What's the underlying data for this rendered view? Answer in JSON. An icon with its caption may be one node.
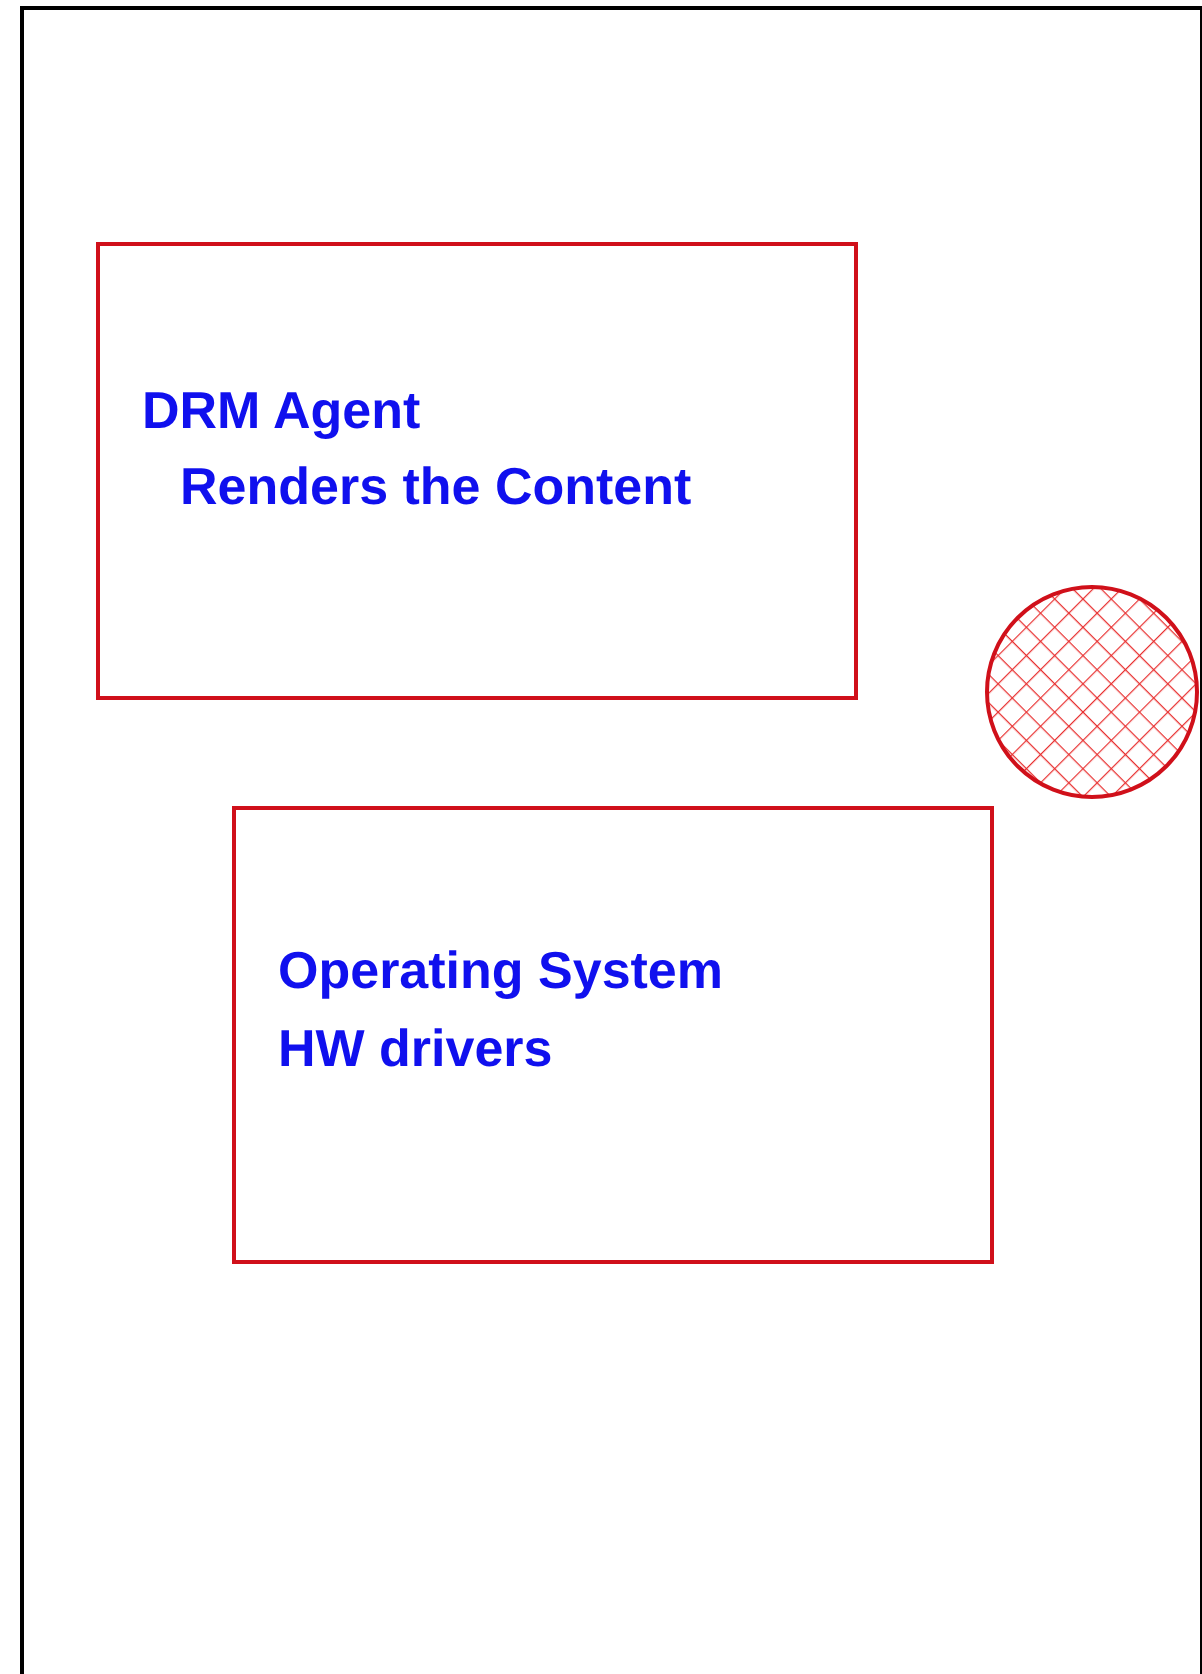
{
  "diagram": {
    "nodes": [
      {
        "text": [],
        "shape": "box"
      },
      {
        "text": [
          "DRM Agent",
          "Renders the Content"
        ],
        "in": 0
      },
      {
        "text": [
          "Operating System",
          "HW drivers"
        ],
        "in": 0
      },
      {
        "text": [],
        "shape": "circle",
        "in": 0
      }
    ],
    "edges": []
  }
}
